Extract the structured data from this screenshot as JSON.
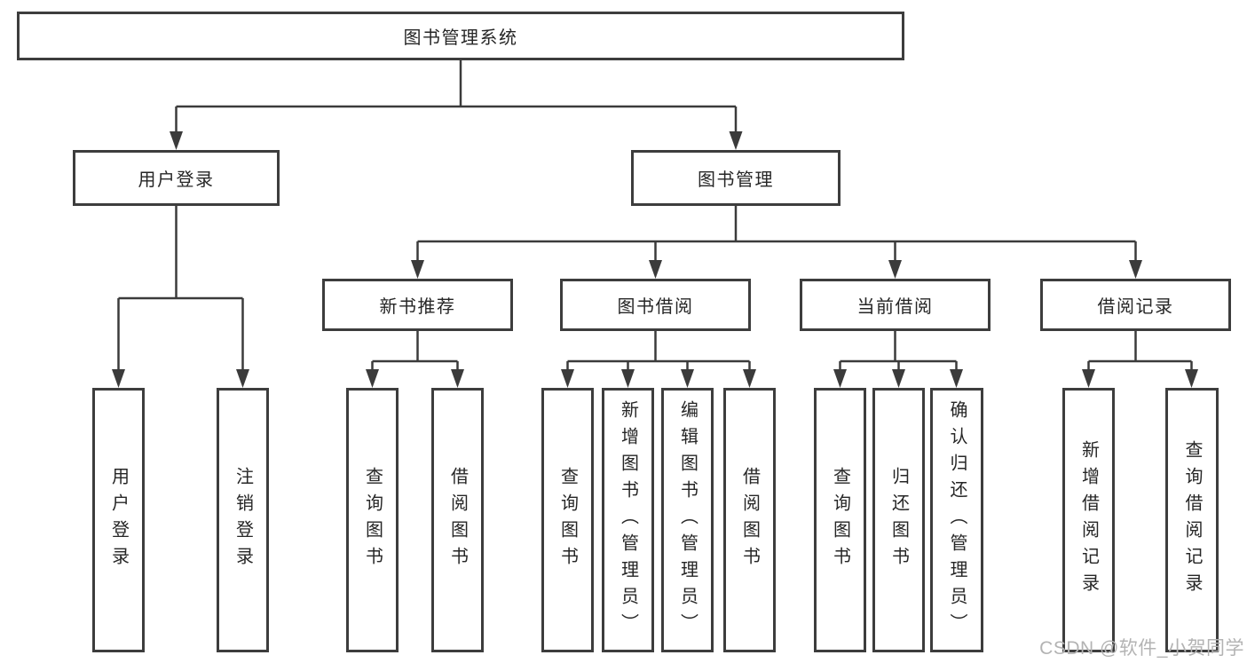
{
  "diagram": {
    "root": {
      "label": "图书管理系统"
    },
    "level2": [
      {
        "label": "用户登录"
      },
      {
        "label": "图书管理"
      }
    ],
    "level3": [
      {
        "label": "新书推荐"
      },
      {
        "label": "图书借阅"
      },
      {
        "label": "当前借阅"
      },
      {
        "label": "借阅记录"
      }
    ],
    "leaves": {
      "user_login": [
        "用户登录",
        "注销登录"
      ],
      "new_books": [
        "查询图书",
        "借阅图书"
      ],
      "book_borrow": [
        "查询图书",
        "新增图书（管理员）",
        "编辑图书（管理员）",
        "借阅图书"
      ],
      "current_borrow": [
        "查询图书",
        "归还图书",
        "确认归还（管理员）"
      ],
      "borrow_records": [
        "新增借阅记录",
        "查询借阅记录"
      ]
    }
  },
  "watermark": "CSDN @软件_小贺同学",
  "colors": {
    "line": "#3b3b3b",
    "border": "#3d3d3d",
    "text": "#262626",
    "watermark": "#b3b3b3",
    "background": "#ffffff"
  }
}
